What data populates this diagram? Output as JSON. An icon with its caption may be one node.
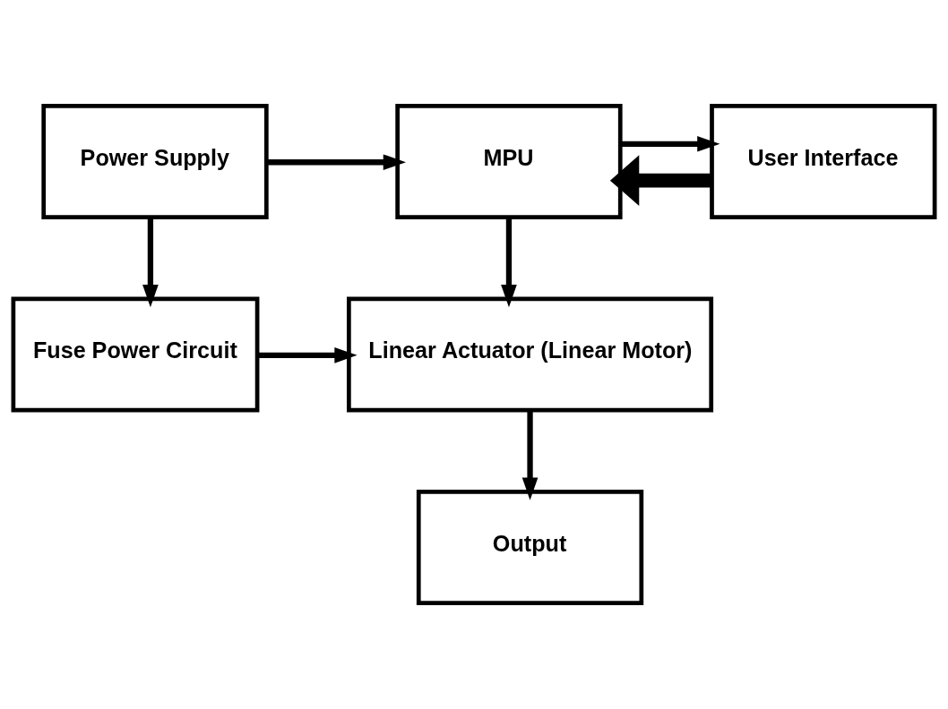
{
  "diagram": {
    "nodes": [
      {
        "text": [
          "Power Supply"
        ]
      },
      {
        "text": [
          "MPU"
        ]
      },
      {
        "text": [
          "User Interface"
        ]
      },
      {
        "text": [
          "Fuse Power Circuit"
        ]
      },
      {
        "text": [
          "Linear Actuator (Linear Motor)"
        ]
      },
      {
        "text": [
          "Output"
        ]
      }
    ],
    "edges": [
      {
        "from": 0,
        "to": 1,
        "arrow": "to"
      },
      {
        "from": 1,
        "to": 2,
        "arrow": "to"
      },
      {
        "from": 2,
        "to": 1,
        "arrow": "to",
        "style": "thick"
      },
      {
        "from": 0,
        "to": 3,
        "arrow": "to"
      },
      {
        "from": 1,
        "to": 4,
        "arrow": "to"
      },
      {
        "from": 3,
        "to": 4,
        "arrow": "to"
      },
      {
        "from": 4,
        "to": 5,
        "arrow": "to"
      }
    ]
  }
}
